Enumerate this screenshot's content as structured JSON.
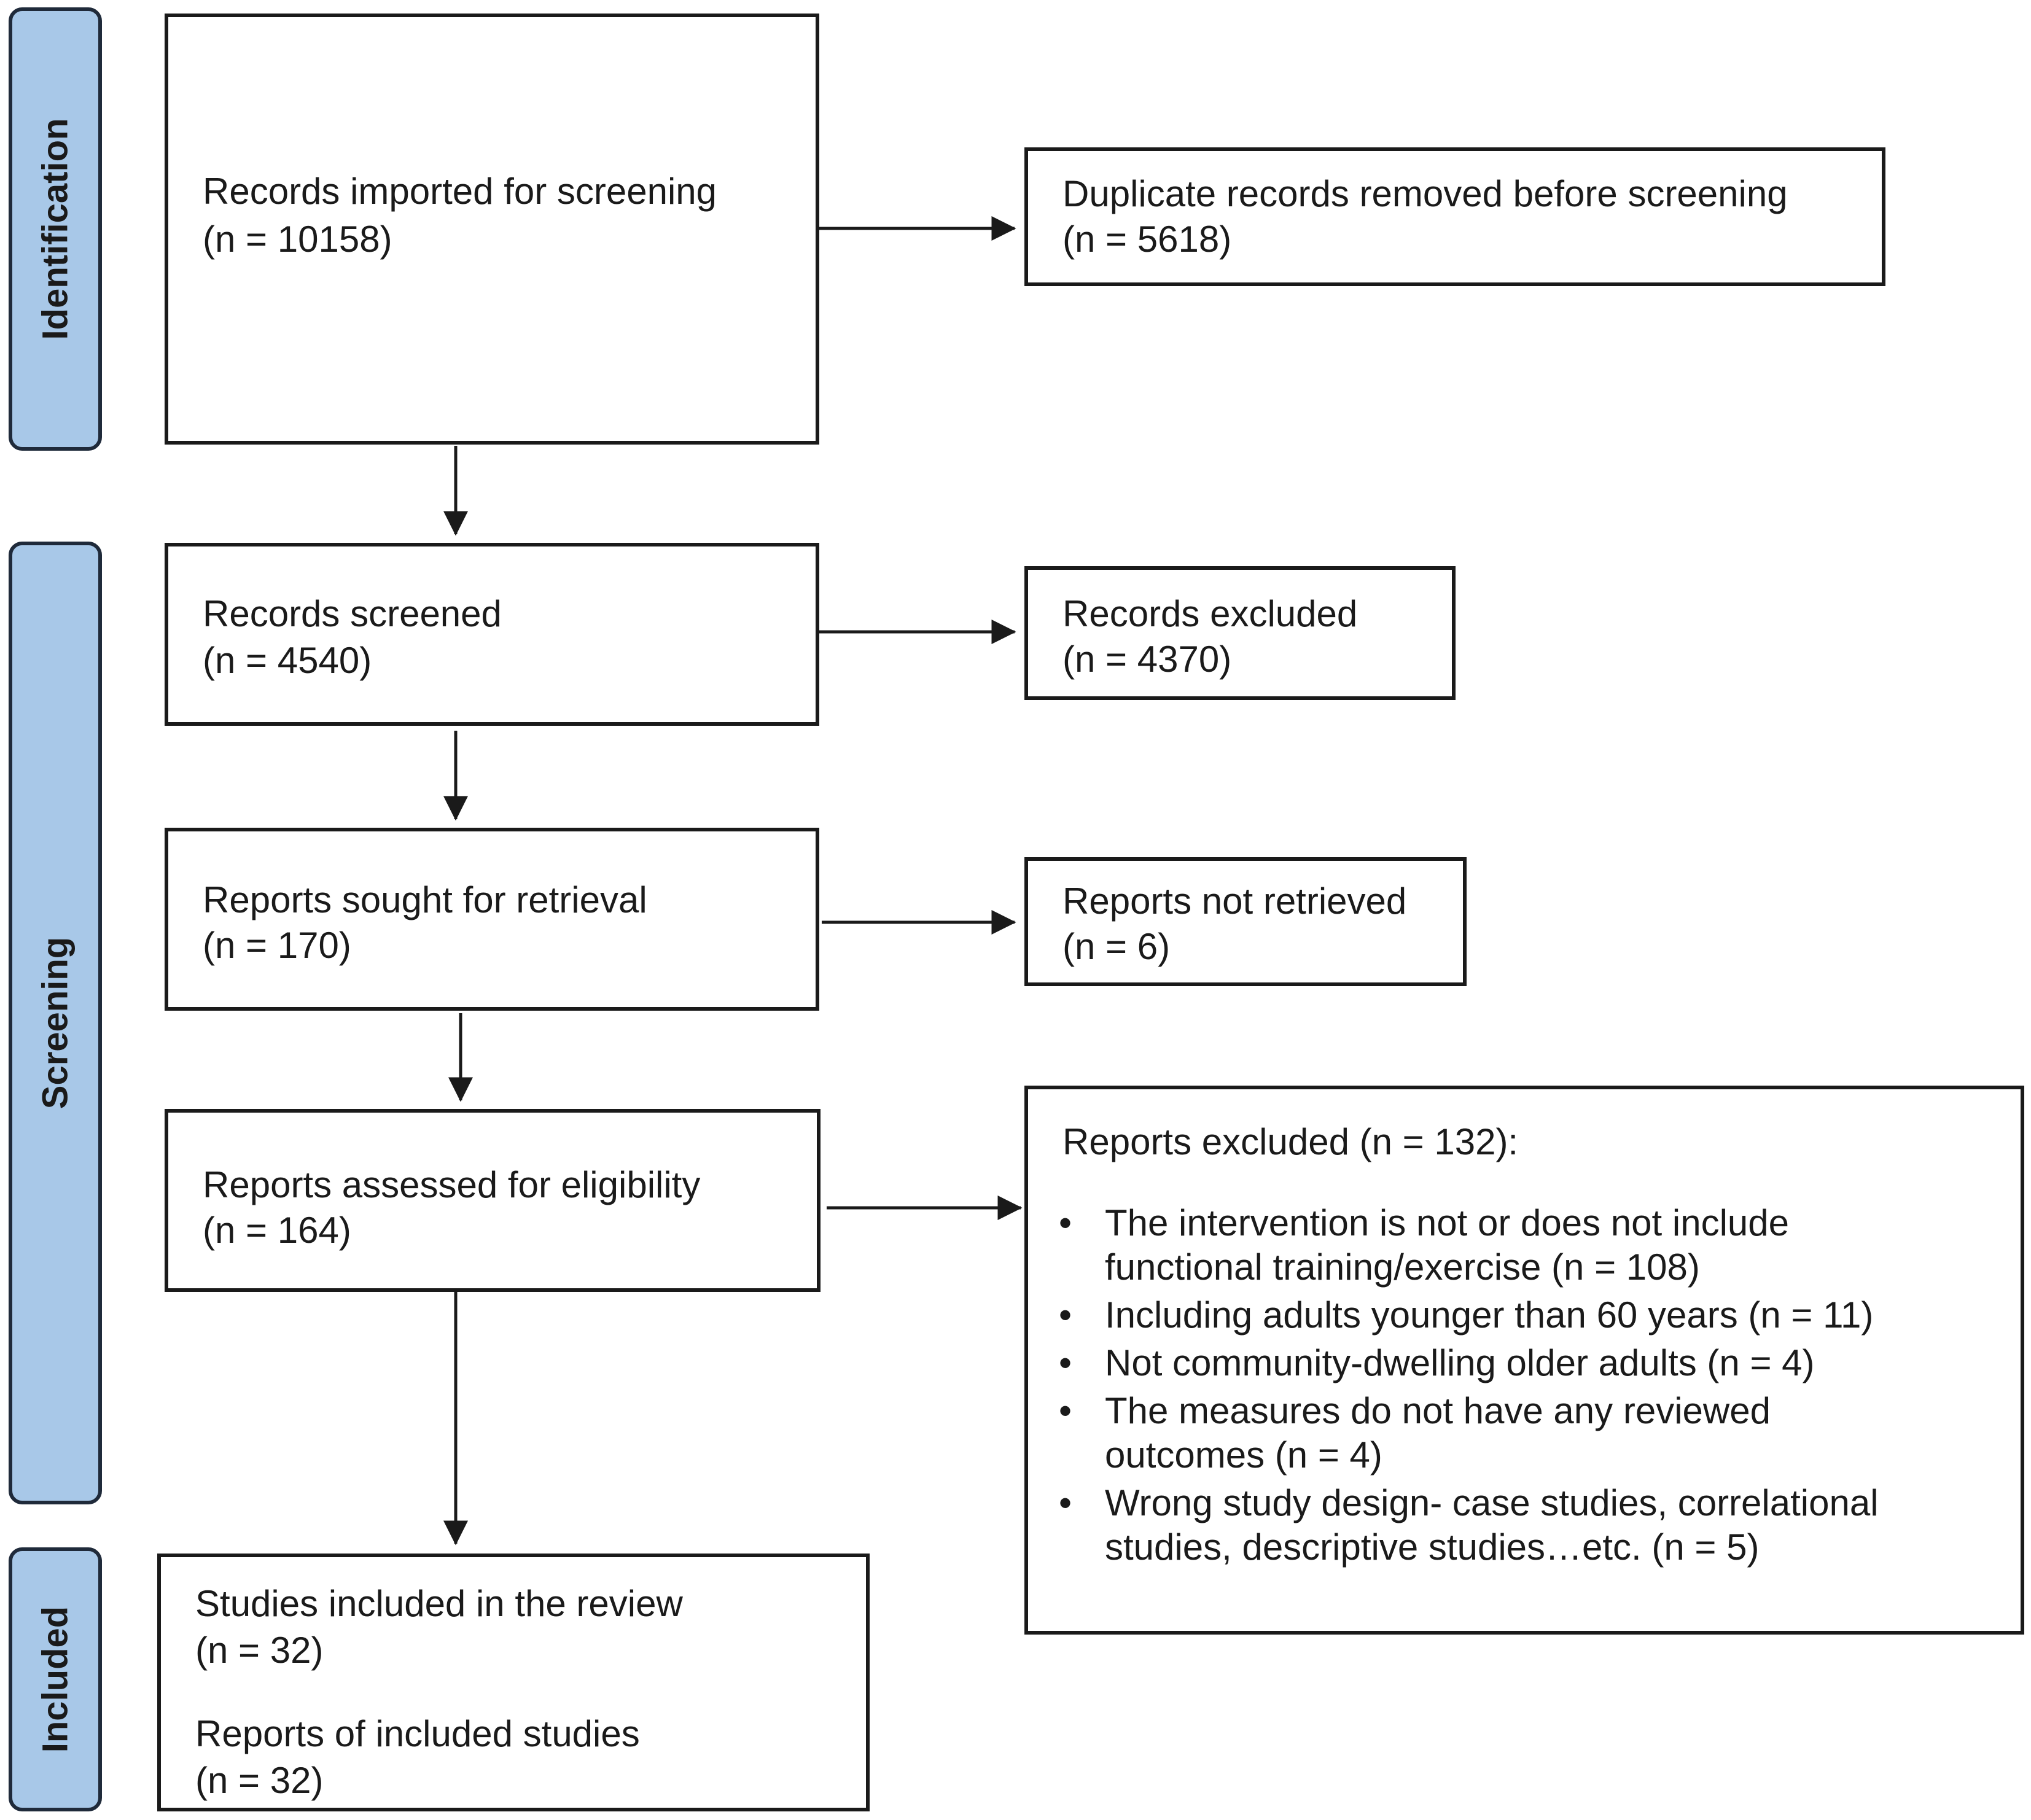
{
  "phases": {
    "identification": "Identification",
    "screening": "Screening",
    "included": "Included"
  },
  "boxes": {
    "records_imported": {
      "label": "Records imported for screening",
      "count": "(n = 10158)"
    },
    "duplicates_removed": {
      "label": "Duplicate records removed before screening",
      "count": "(n = 5618)"
    },
    "records_screened": {
      "label": "Records screened",
      "count": "(n = 4540)"
    },
    "records_excluded": {
      "label": "Records excluded",
      "count": "(n = 4370)"
    },
    "reports_sought": {
      "label": "Reports sought for retrieval",
      "count": "(n = 170)"
    },
    "reports_not_retrieved": {
      "label": "Reports not retrieved",
      "count": "(n = 6)"
    },
    "reports_assessed": {
      "label": "Reports assessed for eligibility",
      "count": "(n = 164)"
    },
    "reports_excluded": {
      "title": "Reports excluded (n = 132):",
      "reasons": [
        [
          "The intervention is not or does not include",
          "functional training/exercise (n = 108)"
        ],
        [
          "Including adults younger than 60 years (n = 11)"
        ],
        [
          "Not community-dwelling older adults (n = 4)"
        ],
        [
          "The measures do not have any reviewed",
          "outcomes (n = 4)"
        ],
        [
          "Wrong study design- case studies, correlational",
          "studies, descriptive studies…etc. (n = 5)"
        ]
      ]
    },
    "included": {
      "studies_label": "Studies included in the review",
      "studies_count": "(n = 32)",
      "reports_label": "Reports of included studies",
      "reports_count": "(n = 32)"
    }
  }
}
